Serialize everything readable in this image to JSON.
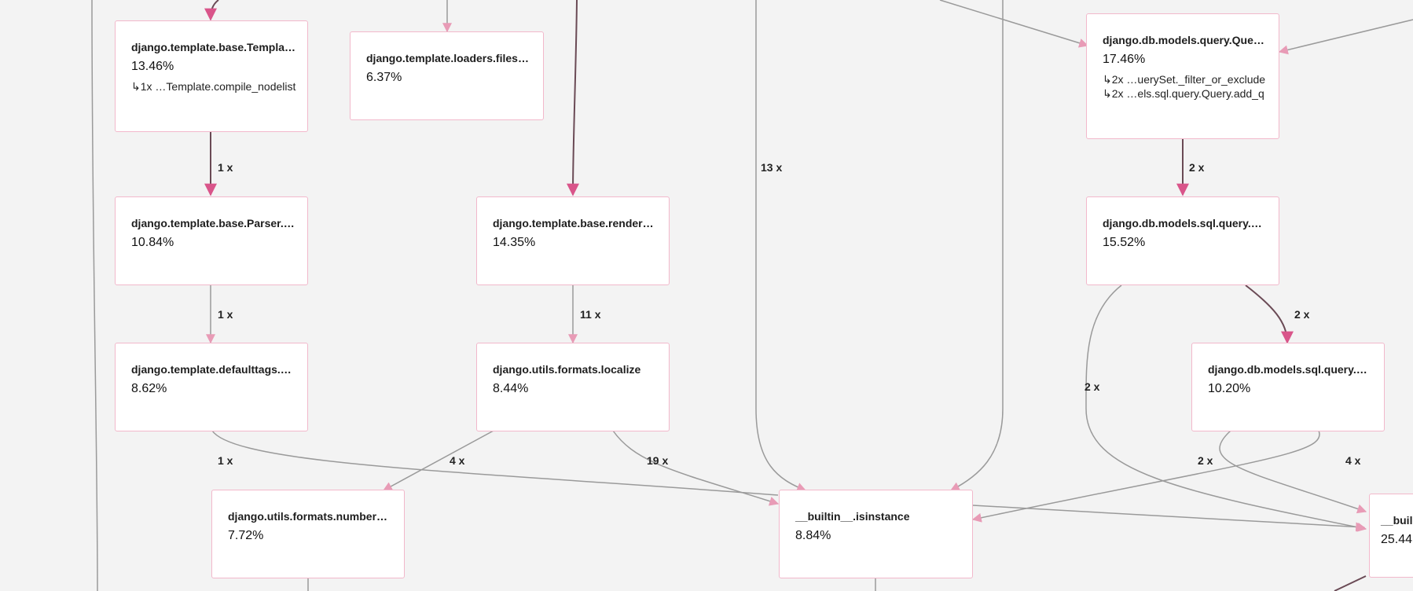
{
  "colors": {
    "background": "#f3f3f3",
    "node_border": "#f2b8cb",
    "edge_gray": "#9a9a9a",
    "edge_dark": "#6a4a55",
    "arrow_pink": "#e89bb6",
    "arrow_dark_pink": "#d9558a"
  },
  "nodes": {
    "template_base_templa": {
      "title": "django.template.base.Templa…",
      "percent": "13.46%",
      "callers": [
        "↳1x …Template.compile_nodelist"
      ]
    },
    "template_loaders_files": {
      "title": "django.template.loaders.files…",
      "percent": "6.37%",
      "callers": []
    },
    "db_models_query_que": {
      "title": "django.db.models.query.Que…",
      "percent": "17.46%",
      "callers": [
        "↳2x …uerySet._filter_or_exclude",
        "↳2x …els.sql.query.Query.add_q"
      ]
    },
    "template_base_parser": {
      "title": "django.template.base.Parser.…",
      "percent": "10.84%",
      "callers": []
    },
    "template_base_render": {
      "title": "django.template.base.render…",
      "percent": "14.35%",
      "callers": []
    },
    "db_models_sql_query_a": {
      "title": "django.db.models.sql.query.…",
      "percent": "15.52%",
      "callers": []
    },
    "template_defaulttags": {
      "title": "django.template.defaulttags.…",
      "percent": "8.62%",
      "callers": []
    },
    "utils_formats_localize": {
      "title": "django.utils.formats.localize",
      "percent": "8.44%",
      "callers": []
    },
    "db_models_sql_query_b": {
      "title": "django.db.models.sql.query.…",
      "percent": "10.20%",
      "callers": []
    },
    "utils_formats_number": {
      "title": "django.utils.formats.number…",
      "percent": "7.72%",
      "callers": []
    },
    "builtin_isinstance": {
      "title": "__builtin__.isinstance",
      "percent": "8.84%",
      "callers": []
    },
    "builtin_cut": {
      "title": "__buil",
      "percent": "25.44",
      "callers": []
    }
  },
  "edge_labels": [
    "1 x",
    "13 x",
    "2 x",
    "1 x",
    "11 x",
    "2 x",
    "2 x",
    "1 x",
    "4 x",
    "19 x",
    "2 x",
    "4 x"
  ]
}
